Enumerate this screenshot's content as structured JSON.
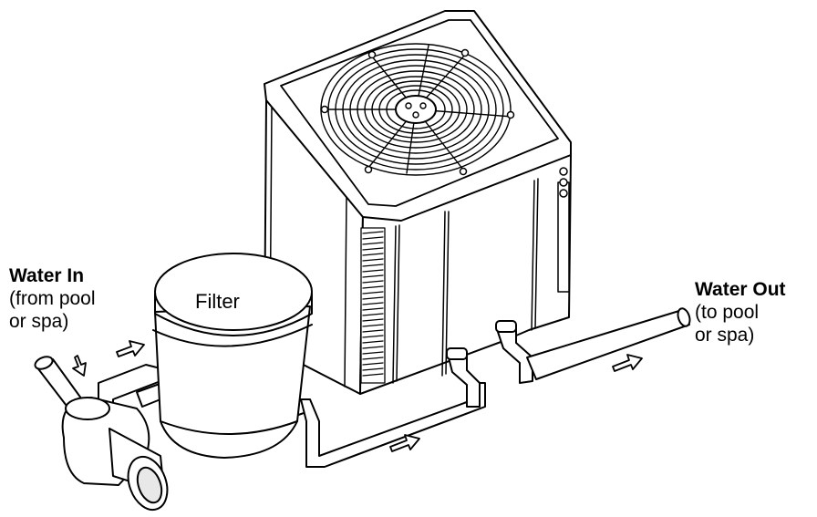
{
  "labels": {
    "water_in": {
      "title": "Water In",
      "line1": "(from pool",
      "line2": "or spa)"
    },
    "water_out": {
      "title": "Water Out",
      "line1": "(to pool",
      "line2": "or spa)"
    },
    "filter": "Filter"
  },
  "colors": {
    "line": "#000000",
    "fill": "#ffffff",
    "shade": "#e8e8e8"
  },
  "icons": [
    "flow-arrow-icon"
  ]
}
